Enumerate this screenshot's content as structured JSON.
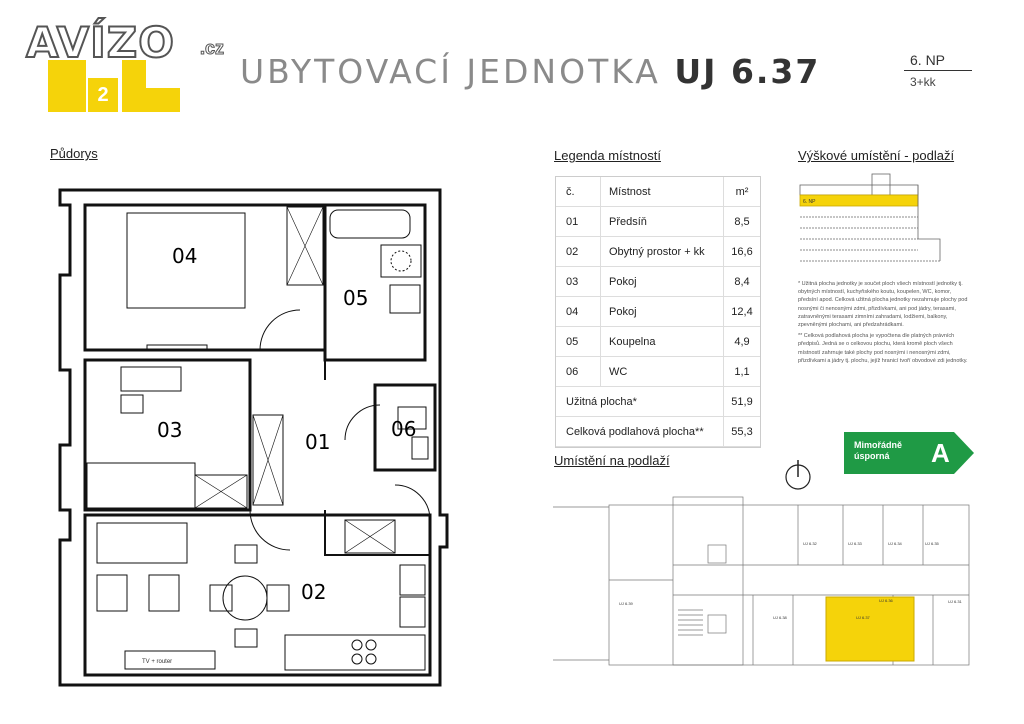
{
  "brand": {
    "site": "AVÍZO",
    "domain": ".cz",
    "logo_number": "2"
  },
  "header": {
    "title_light": "UBYTOVACÍ JEDNOTKA",
    "title_bold": "UJ 6.37",
    "floor": "6. NP",
    "layout": "3+kk"
  },
  "sections": {
    "floorplan": "Půdorys",
    "legend": "Legenda místností",
    "height": "Výškové umístění - podlaží",
    "location": "Umístění na podlaží"
  },
  "legend": {
    "headers": {
      "num": "č.",
      "room": "Místnost",
      "unit": "m²"
    },
    "rows": [
      {
        "num": "01",
        "room": "Předsíň",
        "area": "8,5"
      },
      {
        "num": "02",
        "room": "Obytný prostor + kk",
        "area": "16,6"
      },
      {
        "num": "03",
        "room": "Pokoj",
        "area": "8,4"
      },
      {
        "num": "04",
        "room": "Pokoj",
        "area": "12,4"
      },
      {
        "num": "05",
        "room": "Koupelna",
        "area": "4,9"
      },
      {
        "num": "06",
        "room": "WC",
        "area": "1,1"
      }
    ],
    "totals": [
      {
        "label": "Užitná plocha*",
        "value": "51,9"
      },
      {
        "label": "Celková podlahová plocha**",
        "value": "55,3"
      }
    ]
  },
  "height_diagram": {
    "floor_label": "6. NP",
    "highlight": "#f5d30a"
  },
  "notes": {
    "n1": "* Užitná plocha jednotky je součet ploch všech místností jednotky tj. obytných místností, kuchyňského koutu, koupelen, WC, komor, předsíní apod. Celková užitná plocha jednotky nezahrnuje plochy pod nosnými či nenosnými zdmi, přizdívkami, ani pod jádry, terasami, zatravněnými terasami zimními zahradami, lodžiemi, balkony, zpevněnými plochami, ani předzahrádkami.",
    "n2": "** Celková podlahová plocha je vypočtena dle platných právních předpisů. Jedná se o celkovou plochu, která kromě ploch všech místností zahrnuje také plochy pod nosnými i nenosnými zdmi, přizdívkami a jádry tj. plochu, jejíž hranicí tvoří obvodové zdi jednotky."
  },
  "energy": {
    "line1": "Mimořádně",
    "line2": "úsporná",
    "class": "A",
    "color": "#1f9a45"
  },
  "floorplan": {
    "rooms": {
      "r01": "01",
      "r02": "02",
      "r03": "03",
      "r04": "04",
      "r05": "05",
      "r06": "06"
    },
    "tv_label": "TV + router"
  },
  "location_plan": {
    "units": [
      "UJ 6.32",
      "UJ 6.33",
      "UJ 6.34",
      "UJ 6.35",
      "UJ 6.36",
      "UJ 6.37",
      "UJ 6.38",
      "UJ 6.39",
      "UJ 6.31"
    ],
    "highlight": "#f5d30a"
  }
}
